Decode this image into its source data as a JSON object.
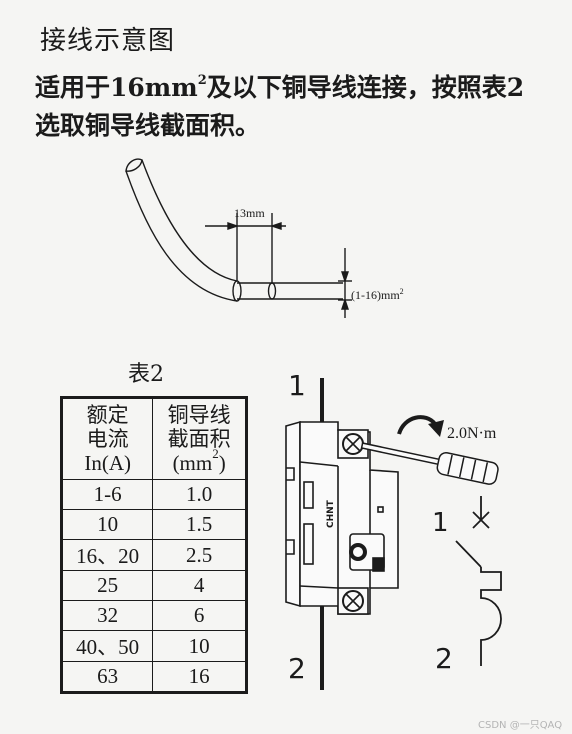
{
  "title": "接线示意图",
  "intro": {
    "line1_before_sup": "适用于16mm",
    "line1_sup": "2",
    "line1_after_sup": "及以下铜导线连接，按照表2",
    "line2": "选取铜导线截面积。"
  },
  "wire_diagram": {
    "strip_length": "13mm",
    "section_text": "(1-16)mm",
    "section_sup": "2"
  },
  "table": {
    "caption": "表2",
    "header_current": [
      "额定",
      "电流",
      "In(A)"
    ],
    "header_section": {
      "lines": [
        "铜导线",
        "截面积"
      ],
      "unit_before_sup": "(mm",
      "unit_sup": "2",
      "unit_after_sup": ")"
    },
    "rows": [
      {
        "current": "1-6",
        "section": "1.0"
      },
      {
        "current": "10",
        "section": "1.5"
      },
      {
        "current": "16、20",
        "section": "2.5"
      },
      {
        "current": "25",
        "section": "4"
      },
      {
        "current": "32",
        "section": "6"
      },
      {
        "current": "40、50",
        "section": "10"
      },
      {
        "current": "63",
        "section": "16"
      }
    ]
  },
  "breaker": {
    "terminal_in": "1",
    "terminal_out": "2",
    "torque": "2.0N·m",
    "brand": "CHNT"
  },
  "schematic": {
    "terminal_in": "1",
    "terminal_out": "2"
  },
  "watermark": "CSDN @一只QAQ"
}
